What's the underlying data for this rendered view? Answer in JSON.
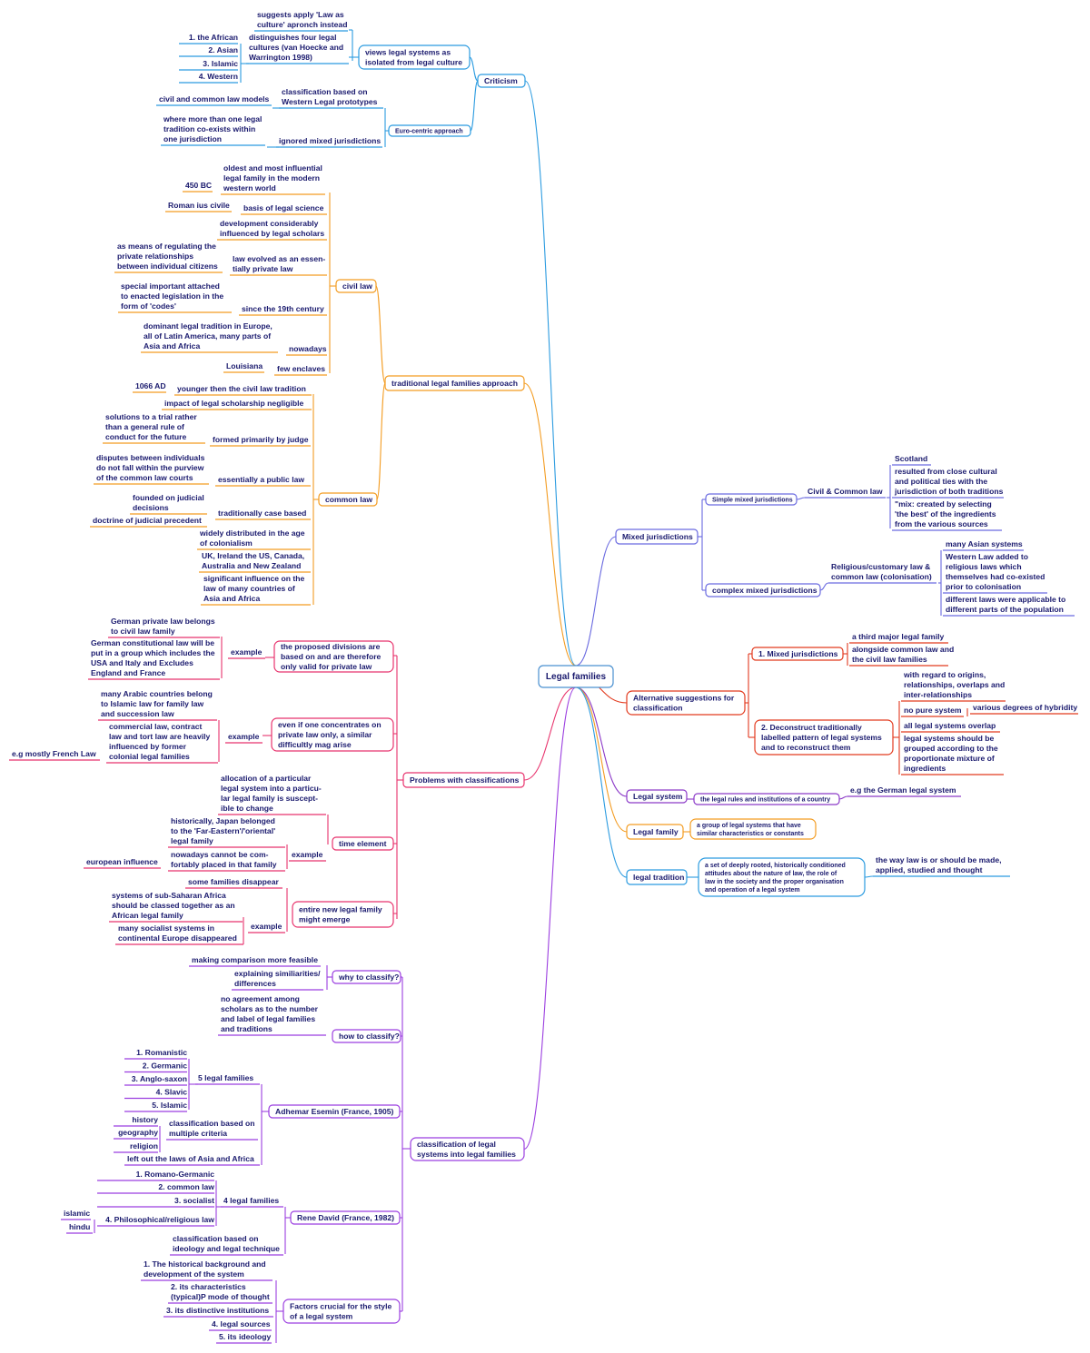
{
  "root": "Legal families",
  "criticism": {
    "label": "Criticism",
    "views": "views legal systems as|isolated from legal culture",
    "suggests": "suggests apply 'Law as|culture' apronch instead",
    "distinguishes": "distinguishes four legal|cultures (van Hoecke and|Warrington 1998)",
    "cultures": [
      "1. the African",
      "2. Asian",
      "3. Islamic",
      "4. Western"
    ],
    "eurocentric": "Euro-centric approach",
    "classification_based": "classification based on|Western Legal prototypes",
    "civil_common_models": "civil and common law models",
    "ignored_mixed": "ignored mixed jurisdictions",
    "where_more": "where more than one legal|tradition co-exists within|one jurisdiction"
  },
  "traditional": {
    "label": "traditional legal families approach",
    "civil": {
      "label": "civil law",
      "oldest": "oldest and most influential|legal family in the modern|western world",
      "bc": "450 BC",
      "basis": "basis of legal science",
      "ius": "Roman ius civile",
      "development": "development considerably|influenced by legal scholars",
      "private": "law evolved as an essen-|tially private law",
      "means": "as means of regulating the|private relationships|between individual citizens",
      "since": "since the 19th century",
      "special": "special important attached|to enacted legislation in the|form of 'codes'",
      "nowadays": "nowadays",
      "dominant": "dominant legal tradition in Europe,|all of Latin America, many parts of|Asia and Africa",
      "enclaves": "few enclaves",
      "louisiana": "Louisiana"
    },
    "common": {
      "label": "common law",
      "younger": "younger then the civil law tradition",
      "ad": "1066 AD",
      "impact": "impact of legal scholarship negligible",
      "formed": "formed primarily by judge",
      "solutions": "solutions to a trial rather|than a general rule of|conduct for the future",
      "public": "essentially a public law",
      "disputes": "disputes between individuals|do not fall within the purview|of the common law courts",
      "case": "traditionally case based",
      "founded": "founded on judicial|decisions",
      "doctrine": "doctrine of judicial precedent",
      "widely": "widely distributed in the age|of colonialism",
      "uk": "UK, Ireland the US, Canada,|Australia and New Zealand",
      "significant": "significant influence on the|law of many countries of|Asia and Africa"
    }
  },
  "problems": {
    "label": "Problems with classifications",
    "proposed": "the proposed divisions are|based on and are therefore|only valid for private law",
    "example": "example",
    "german_private": "German private law belongs|to civil law family",
    "german_const": "German constitutional law will be|put in a group which includes the|USA and Italy and Excludes|England and France",
    "even": "even if one concentrates on|private law only, a similar|difficultly mag arise",
    "arabic": "many Arabic countries belong|to Islamic law for family law|and succession law",
    "commercial": "commercial law, contract|law and tort law are heavily|influenced by former|colonial legal families",
    "french": "e.g mostly French Law",
    "time": "time element",
    "allocation": "allocation of a particular|legal system into a particu-|lar legal family is suscept-|ible to change",
    "japan": "historically, Japan belonged|to the 'Far-Eastern'/'oriental'|legal family",
    "nowadays": "nowadays cannot be com-|fortably placed in that family",
    "european": "european influence",
    "entire": "entire new legal family|might emerge",
    "disappear": "some families disappear",
    "sahara": "systems of sub-Saharan Africa|should be classed together as an|African legal family",
    "socialist": "many socialist systems in|continental Europe disappeared"
  },
  "classification": {
    "label": "classification of legal|systems into legal families",
    "why": "why to classify?",
    "feasible": "making comparison more feasible",
    "explaining": "explaining similiarities/|differences",
    "how": "how to classify?",
    "no_agreement": "no agreement among|scholars as to the number|and label of legal families|and traditions",
    "esmein": "Adhemar Esemin (France, 1905)",
    "five": "5 legal families",
    "five_list": [
      "1. Romanistic",
      "2. Germanic",
      "3. Anglo-saxon",
      "4. Slavic",
      "5. Islamic"
    ],
    "multiple": "classification based on|multiple criteria",
    "criteria": [
      "history",
      "geography",
      "religion"
    ],
    "left_out": "left out the laws of Asia and Africa",
    "david": "Rene David (France, 1982)",
    "four": "4 legal families",
    "four_list": [
      "1. Romano-Germanic",
      "2. common law",
      "3. socialist",
      "4. Philosophical/religious law"
    ],
    "islamic": "islamic",
    "hindu": "hindu",
    "ideology": "classification based on|ideology and legal technique",
    "factors": "Factors crucial for the style|of a legal system",
    "factor_list": [
      "1. The historical background and|development of the system",
      "2. its characteristics|(typical)P mode of thought",
      "3. its distinctive institutions",
      "4. legal sources",
      "5. its ideology"
    ]
  },
  "mixed": {
    "label": "Mixed jurisdictions",
    "simple": "Simple mixed jurisdictions",
    "civil_common": "Civil & Common law",
    "scotland": "Scotland",
    "resulted": "resulted from close cultural|and political ties with the|jurisdiction of both traditions",
    "mix": "\"mix: created by selecting|'the best' of the ingredients|from the various sources",
    "complex": "complex mixed jurisdictions",
    "religious": "Religious/customary law &|common law (colonisation)",
    "asian": "many Asian systems",
    "western": "Western Law added to|religious laws which|themselves had co-existed|prior to colonisation",
    "different": "different laws were applicable to|different parts of the population"
  },
  "alternative": {
    "label": "Alternative suggestions for|classification",
    "mixed_j": "1. Mixed jurisdictions",
    "third": "a third major legal family",
    "alongside": "alongside common law and|the civil law families",
    "deconstruct": "2. Deconstruct traditionally|labelled pattern of legal systems|and to reconstruct them",
    "origins": "with regard to origins,|relationships, overlaps and|inter-relationships",
    "pure": "no pure system",
    "hybridity": "various degrees of hybridity",
    "overlap": "all legal systems overlap",
    "grouped": "legal systems should be|grouped according to the|proportionate mixture of|ingredients"
  },
  "legal_system": {
    "label": "Legal system",
    "def": "the legal rules and institutions of a country",
    "eg": "e.g the German legal system"
  },
  "legal_family": {
    "label": "Legal family",
    "def": "a group of legal systems that have|similar characteristics or constants"
  },
  "legal_tradition": {
    "label": "legal tradition",
    "def": "a set of deeply rooted, historically conditioned|attitudes about the nature of law, the role of|law in the society and the proper organisation|and operation of a legal system",
    "way": "the way law is or should be made,|applied, studied and thought"
  },
  "colors": {
    "criticism": "#2b9be0",
    "traditional": "#f39c22",
    "problems": "#e8336d",
    "classification": "#9b3ee0",
    "mixed": "#6a6ae0",
    "alternative": "#e23a1e",
    "legal_system": "#8c3ac8",
    "legal_family": "#f39c22",
    "legal_tradition": "#2b9be0",
    "text": "#1a1a6e",
    "root_fill": "#a6d0f5"
  }
}
